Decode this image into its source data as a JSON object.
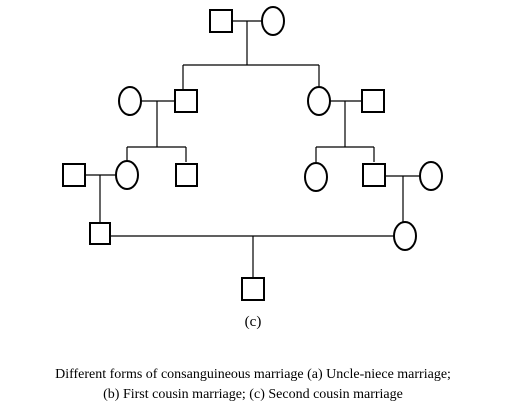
{
  "figure": {
    "panel_label": "(c)",
    "caption_line_1": "Different forms of consanguineous marriage (a) Uncle-niece marriage;",
    "caption_line_2": "(b) First cousin marriage; (c) Second cousin marriage"
  },
  "pedigree": {
    "generations": [
      {
        "generation": 1,
        "members": [
          "male",
          "female"
        ]
      },
      {
        "generation": 2,
        "members": [
          "female",
          "male",
          "female",
          "male"
        ]
      },
      {
        "generation": 3,
        "members": [
          "male",
          "female",
          "male",
          "female",
          "male",
          "female"
        ]
      },
      {
        "generation": 4,
        "members": [
          "male",
          "female"
        ]
      },
      {
        "generation": 5,
        "members": [
          "male"
        ]
      }
    ],
    "colors": {
      "stroke": "#000000",
      "fill": "#ffffff"
    }
  }
}
